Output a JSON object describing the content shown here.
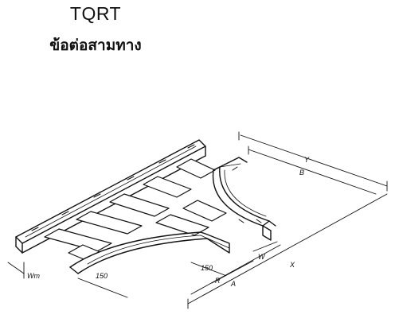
{
  "header": {
    "code": "TQRT",
    "subtitle": "ข้อต่อสามทาง"
  },
  "dimensions": {
    "y": "Y",
    "b": "B",
    "x": "X",
    "a": "A",
    "r": "R",
    "w150": "150",
    "w150b": "150",
    "wm": "Wm",
    "w": "W"
  }
}
